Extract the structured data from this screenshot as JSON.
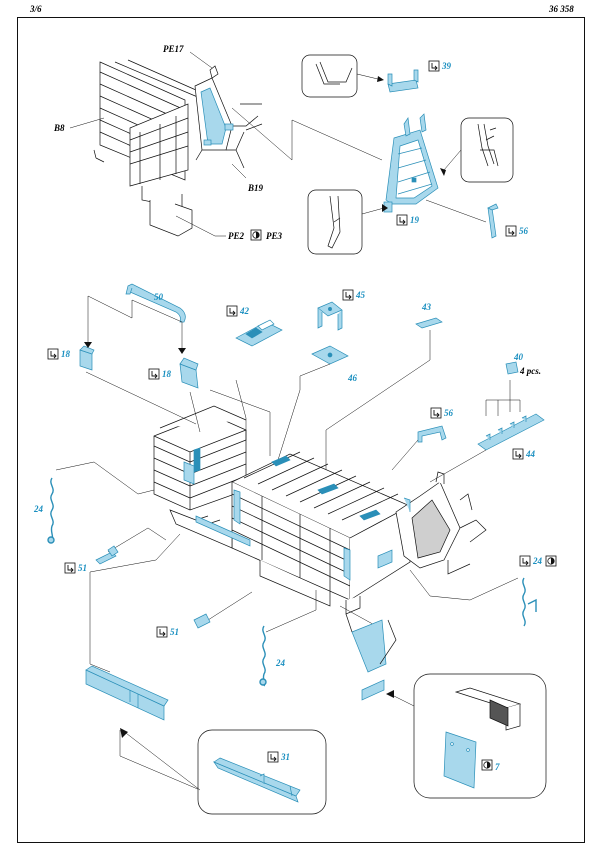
{
  "header": {
    "page": "3/6",
    "kit": "36 358"
  },
  "labels": {
    "pe17": "PE17",
    "b8": "B8",
    "b19": "B19",
    "pe2": "PE2",
    "pe3": "PE3",
    "n39": "39",
    "n19": "19",
    "n56": "56",
    "n50": "50",
    "n42": "42",
    "n45": "45",
    "n43": "43",
    "n18": "18",
    "n46": "46",
    "n40": "40",
    "pcs": "4 pcs.",
    "n24": "24",
    "n44": "44",
    "n51": "51",
    "n31": "31",
    "n7": "7"
  },
  "colors": {
    "etch": "#a8d8ec",
    "etch_stroke": "#2a8fb8",
    "ink": "#111111",
    "label": "#1a8fc0",
    "glass": "#cfcfcf"
  }
}
